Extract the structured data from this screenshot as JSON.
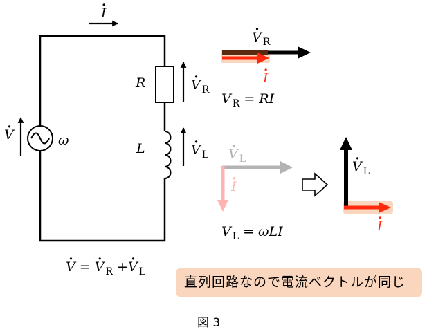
{
  "figure": {
    "caption": "図 3",
    "note": "直列回路なので電流ベクトルが同じ",
    "colors": {
      "wire": "#000000",
      "current": "#ff2a0e",
      "current_faded": "#ffb3b3",
      "voltage_faded": "#b3b3b3",
      "highlight": "#f9d6bd"
    }
  },
  "circuit": {
    "current_label": "I",
    "source_voltage_label": "V",
    "source_frequency_label": "ω",
    "resistor_label": "R",
    "inductor_label": "L",
    "vr_label": "V",
    "vr_sub": "R",
    "vl_label": "V",
    "vl_sub": "L",
    "kvl_equation": {
      "lhs": "V",
      "eq": " = ",
      "t1": "V",
      "t1_sub": "R",
      "plus": " +",
      "t2": "V",
      "t2_sub": "L"
    }
  },
  "phasor_r": {
    "v_label": "V",
    "v_sub": "R",
    "i_label": "I",
    "equation": {
      "lhs": "V",
      "lhs_sub": "R",
      "rhs": " = RI"
    }
  },
  "phasor_l_before": {
    "v_label": "V",
    "v_sub": "L",
    "i_label": "I",
    "equation": {
      "lhs": "V",
      "lhs_sub": "L",
      "rhs": " = ωLI"
    }
  },
  "phasor_l_after": {
    "v_label": "V",
    "v_sub": "L",
    "i_label": "I"
  }
}
